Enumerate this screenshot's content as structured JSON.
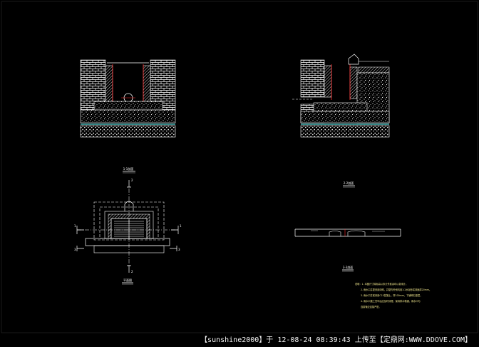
{
  "drawing": {
    "section_1_title": "1-1剖面",
    "section_2_title": "2-2剖面",
    "plan_title": "平面图",
    "section_3_title": "3-3剖面",
    "marks": {
      "section_1_left": "1",
      "section_1_right": "1",
      "section_2_top": "2",
      "section_2_bottom": "2",
      "section_3_left": "3",
      "section_3_right": "3"
    },
    "notes": [
      "说明：1. 本图尺寸除标高以米计外其余均以毫米计。",
      "2. 雨水口井壁采用砖砌，井壁内外侧均用1:2水泥砂浆抹面厚20mm。",
      "3. 雨水口井底采用C15混凝土，厚100mm，下铺碎石垫层。",
      "4. 雨水口施工完毕后应及时清理，保持排水畅通，雨水口与",
      "连接管应连接严密。"
    ]
  },
  "footer": {
    "watermark": "【sunshine2000】于 12-08-24 08:39:43 上传至【定鼎网:WWW.DDOVE.COM】"
  },
  "colors": {
    "background": "#000000",
    "line_white": "#ffffff",
    "line_red": "#ff2a2a",
    "line_cyan": "#4fd6d6",
    "text_yellow": "#f0e68c"
  }
}
